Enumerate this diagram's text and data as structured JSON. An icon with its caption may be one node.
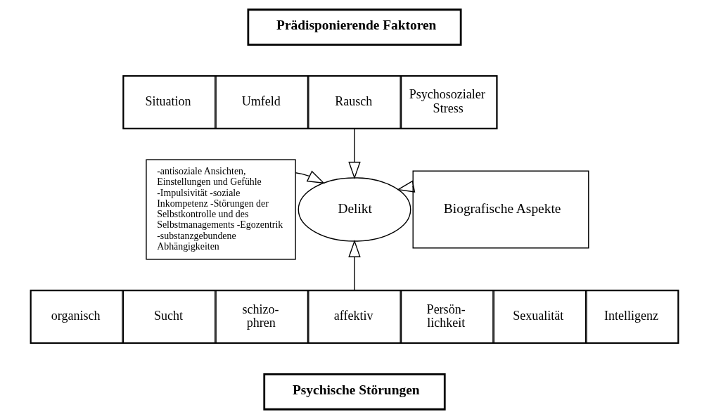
{
  "diagram": {
    "nodes": [
      {
        "text": [
          "Prädisponierende Faktoren"
        ]
      },
      {
        "text": [],
        "shape": "box"
      },
      {
        "text": [
          "Situation"
        ],
        "in": 1
      },
      {
        "text": [
          "Umfeld"
        ],
        "in": 1
      },
      {
        "text": [
          "Rausch"
        ],
        "in": 1
      },
      {
        "text": [
          "Psychosozialer Stress"
        ],
        "in": 1
      },
      {
        "text": [
          "-antisoziale Ansichten, Einstellungen und Gefühle -Impulsivität -soziale Inkompetenz -Störungen der Selbstkontrolle und des Selbstmanagements -Egozentrik -substanzgebundene Abhängigkeiten"
        ]
      },
      {
        "text": [
          "Delikt"
        ]
      },
      {
        "text": [
          "Biografische Aspekte"
        ]
      },
      {
        "text": [],
        "shape": "box"
      },
      {
        "text": [
          "organisch"
        ],
        "in": 9
      },
      {
        "text": [
          "Sucht"
        ],
        "in": 9
      },
      {
        "text": [
          "schizo- phren"
        ],
        "in": 9
      },
      {
        "text": [
          "affektiv"
        ],
        "in": 9
      },
      {
        "text": [
          "Persön- lichkeit"
        ],
        "in": 9
      },
      {
        "text": [
          "Sexualität"
        ],
        "in": 9
      },
      {
        "text": [
          "Intelligenz"
        ],
        "in": 9
      },
      {
        "text": [
          "Psychische Störungen"
        ]
      }
    ],
    "edges": [
      {
        "from": 1,
        "to": 7,
        "arrow": "to"
      },
      {
        "from": 6,
        "to": 7,
        "arrow": "to"
      },
      {
        "from": 8,
        "to": 7,
        "arrow": "to"
      },
      {
        "from": 9,
        "to": 7,
        "arrow": "to"
      }
    ]
  }
}
